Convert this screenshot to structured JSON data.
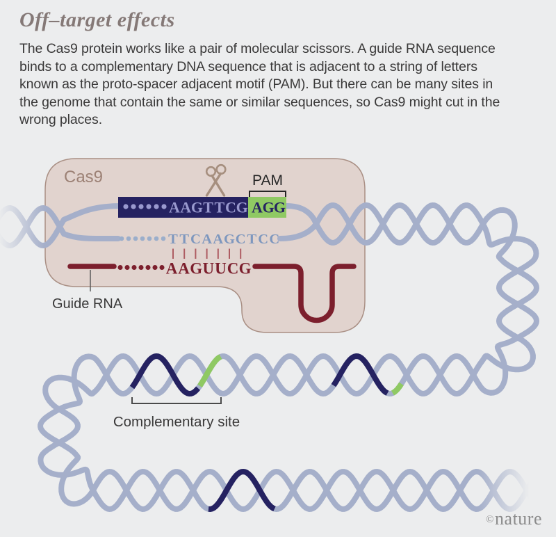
{
  "header": {
    "title": "Off–target effects",
    "body": "The Cas9 protein works like a pair of molecular scissors. A guide RNA sequence binds to a complementary DNA sequence that is adjacent to a string of letters known as the proto-spacer adjacent motif (PAM). But there can be many sites in the genome that contain the same or similar sequences, so Cas9 might cut in the wrong places."
  },
  "diagram": {
    "cas9_label": "Cas9",
    "pam_label": "PAM",
    "guide_rna_label": "Guide RNA",
    "complementary_site_label": "Complementary site",
    "sequences": {
      "target_strand": {
        "text": "AAGTTCG",
        "dots": 6
      },
      "pam": {
        "text": "AGG"
      },
      "complement_strand": {
        "text": "TTCAAGCTCC",
        "dots": 7,
        "pair_ticks": 7
      },
      "guide_rna": {
        "text": "AAGUUCG",
        "dots": 7
      }
    }
  },
  "footer": {
    "credit_symbol": "©",
    "credit_name": "nature"
  },
  "colors": {
    "background": "#ECEDEE",
    "title": "#857977",
    "body_text": "#3A3939",
    "cas9_fill": "#E1D3CE",
    "cas9_border": "#A98F84",
    "cas9_label": "#9C8175",
    "dna_strand": "#A5AFCA",
    "navy": "#252261",
    "navy_letters": "#9999CE",
    "green": "#8FC963",
    "blue_letters": "#7E97BE",
    "dots_blue": "#9BAECB",
    "maroon": "#7C1F2D",
    "tick_red": "#AE5C62",
    "scissors": "#A68F7F",
    "label_dark": "#262626",
    "label_gray": "#4A4A4A",
    "pointer": "#5A5A5A",
    "nature_logo": "#8C8C8C"
  }
}
